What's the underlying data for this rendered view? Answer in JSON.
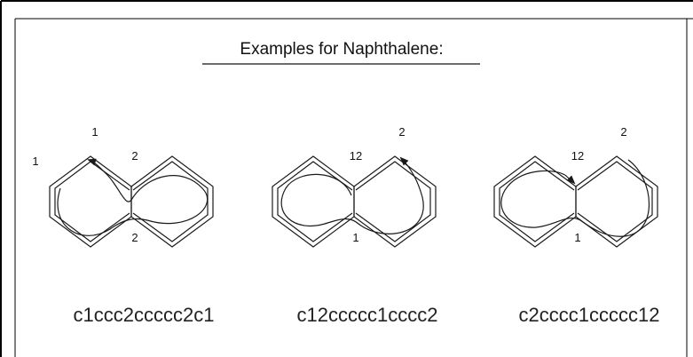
{
  "title": "Examples for Naphthalene:",
  "molecules": [
    {
      "smiles": "c1ccc2ccccc2c1",
      "labels": {
        "top_left": "1",
        "left": "1",
        "center_top": "2",
        "center_bottom": "2"
      }
    },
    {
      "smiles": "c12ccccc1cccc2",
      "labels": {
        "center_top": "12",
        "right_top": "2",
        "center_bottom": "1"
      }
    },
    {
      "smiles": "c2cccc1ccccc12",
      "labels": {
        "center_top": "12",
        "right_top": "2",
        "center_bottom": "1"
      }
    }
  ]
}
